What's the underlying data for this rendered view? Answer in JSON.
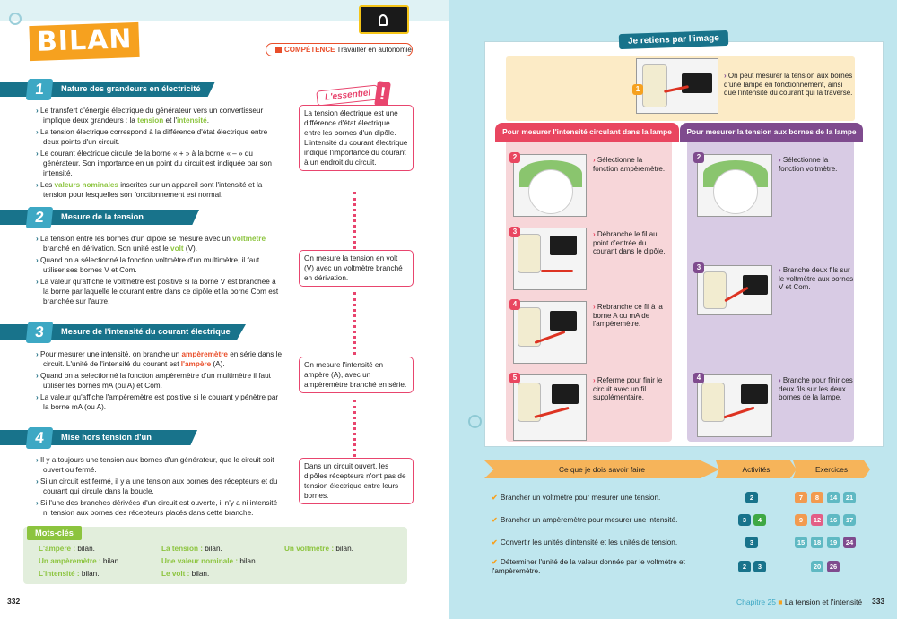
{
  "left_page": {
    "title": "BILAN",
    "competence_label": "COMPÉTENCE",
    "competence_text": "Travailler en autonomie",
    "essentiel_label": "L'essentiel",
    "essentiel_mark": "!",
    "page_number": "332",
    "sections": [
      {
        "number": "1",
        "title": "Nature des grandeurs en électricité",
        "paragraphs": [
          {
            "pre": "Le transfert d'énergie électrique du générateur vers un convertisseur implique deux grandeurs : la ",
            "k1": "tension",
            "mid": " et l'",
            "k2": "intensité",
            "post": "."
          },
          {
            "pre": "La tension électrique correspond à la différence d'état électrique entre deux points d'un circuit."
          },
          {
            "pre": "Le courant électrique circule de la borne « + » à la borne « – » du générateur. Son importance en un point du circuit est indiquée par son intensité."
          },
          {
            "pre": "Les ",
            "k1": "valeurs nominales",
            "post": " inscrites sur un appareil sont l'intensité et la tension pour lesquelles son fonctionnement est normal."
          }
        ],
        "essentiel": "La tension électrique est une différence d'état électrique entre les bornes d'un dipôle. L'intensité du courant électrique indique l'importance du courant à un endroit du circuit."
      },
      {
        "number": "2",
        "title": "Mesure de la tension électrique",
        "paragraphs": [
          {
            "pre": "La tension entre les bornes d'un dipôle se mesure avec un ",
            "k1": "voltmètre",
            "post": " branché en dérivation. Son unité est le ",
            "k2": "volt",
            "post2": " (V)."
          },
          {
            "pre": "Quand on a sélectionné la fonction voltmètre d'un multimètre, il faut utiliser ses bornes V et Com."
          },
          {
            "pre": "La valeur qu'affiche le voltmètre est positive si la borne V est branchée à la borne par laquelle le courant entre dans ce dipôle et la borne Com est branchée sur l'autre."
          }
        ],
        "essentiel": "On mesure la tension en volt (V) avec un voltmètre branché en dérivation."
      },
      {
        "number": "3",
        "title": "Mesure de l'intensité du courant électrique",
        "paragraphs": [
          {
            "pre": "Pour mesurer une intensité, on branche un ",
            "k1": "ampèremètre",
            "post": " en série dans le circuit. L'unité de l'intensité du courant est ",
            "k2": "l'ampère",
            "post2": " (A)."
          },
          {
            "pre": "Quand on a selectionné la fonction ampèremètre d'un multimètre il faut utiliser les bornes mA (ou A) et Com."
          },
          {
            "pre": "La valeur qu'affiche l'ampèremètre est positive si le courant y pénètre par la borne mA (ou A)."
          }
        ],
        "essentiel": "On mesure l'intensité en ampère (A), avec un ampèremètre branché en série."
      },
      {
        "number": "4",
        "title": "Mise hors tension d'un appareil",
        "paragraphs": [
          {
            "pre": "Il y a toujours une tension aux bornes d'un générateur, que le circuit soit ouvert ou fermé."
          },
          {
            "pre": "Si un circuit est fermé, il y a une tension aux bornes des récepteurs et du courant qui circule dans la boucle."
          },
          {
            "pre": "Si l'une des branches dérivées d'un circuit est ouverte, il n'y a ni intensité ni tension aux bornes des récepteurs placés dans cette branche."
          }
        ],
        "essentiel": "Dans un circuit ouvert, les dipôles récepteurs n'ont pas de tension électrique entre leurs bornes."
      }
    ],
    "mots_cles": {
      "label": "Mots-clés",
      "items": [
        {
          "term": "L'ampère :",
          "def": " bilan."
        },
        {
          "term": "Un ampèremètre :",
          "def": " bilan."
        },
        {
          "term": "L'intensité :",
          "def": " bilan."
        },
        {
          "term": "La tension :",
          "def": " bilan."
        },
        {
          "term": "Une valeur nominale :",
          "def": " bilan."
        },
        {
          "term": "Le volt :",
          "def": " bilan."
        },
        {
          "term": "Un voltmètre :",
          "def": " bilan."
        }
      ]
    }
  },
  "right_page": {
    "title": "Je retiens par l'image",
    "top_caption": "On peut mesurer la tension aux bornes d'une lampe en fonctionnement, ainsi que l'intensité du courant qui la traverse.",
    "top_step": "1",
    "col_intensity_title": "Pour mesurer l'intensité circulant dans la lampe",
    "col_tension_title": "Pour mesurer la tension aux bornes de la lampe",
    "intensity_steps": [
      {
        "n": "2",
        "text": "Sélectionne la fonction ampèremètre."
      },
      {
        "n": "3",
        "text": "Débranche le fil au point d'entrée du courant dans le dipôle."
      },
      {
        "n": "4",
        "text": "Rebranche ce fil à la borne A ou mA de l'ampèremètre."
      },
      {
        "n": "5",
        "text": "Referme pour finir le circuit avec un fil supplémentaire."
      }
    ],
    "tension_steps": [
      {
        "n": "2",
        "text": "Sélectionne la fonction voltmètre."
      },
      {
        "n": "3",
        "text": "Branche deux fils sur le voltmètre aux bornes V et Com."
      },
      {
        "n": "4",
        "text": "Branche pour finir ces deux fils sur les deux bornes de la lampe."
      }
    ],
    "table": {
      "headers": [
        "Ce que je dois savoir faire",
        "Activités",
        "Exercices"
      ],
      "rows": [
        {
          "skill": "Brancher un voltmètre pour mesurer une tension.",
          "activities": [
            "2"
          ],
          "exercises": [
            "7",
            "8",
            "14",
            "21"
          ]
        },
        {
          "skill": "Brancher un ampèremètre pour mesurer une intensité.",
          "activities": [
            "3",
            "4"
          ],
          "exercises": [
            "9",
            "12",
            "16",
            "17"
          ]
        },
        {
          "skill": "Convertir les unités d'intensité et les unités de tension.",
          "activities": [
            "3"
          ],
          "exercises": [
            "15",
            "18",
            "19",
            "24"
          ]
        },
        {
          "skill": "Déterminer l'unité de la valeur donnée par le voltmètre et l'ampèremètre.",
          "activities": [
            "2",
            "3"
          ],
          "exercises": [
            "20",
            "26"
          ]
        }
      ]
    },
    "footer_chapter": "Chapitre 25",
    "footer_title": "La tension et l'intensité",
    "page_number": "333"
  },
  "colors": {
    "accent_blue": "#18738b",
    "accent_orange": "#f6a11f",
    "accent_pink": "#e94660",
    "accent_purple": "#7f4b8e",
    "accent_green": "#8cc43e"
  }
}
